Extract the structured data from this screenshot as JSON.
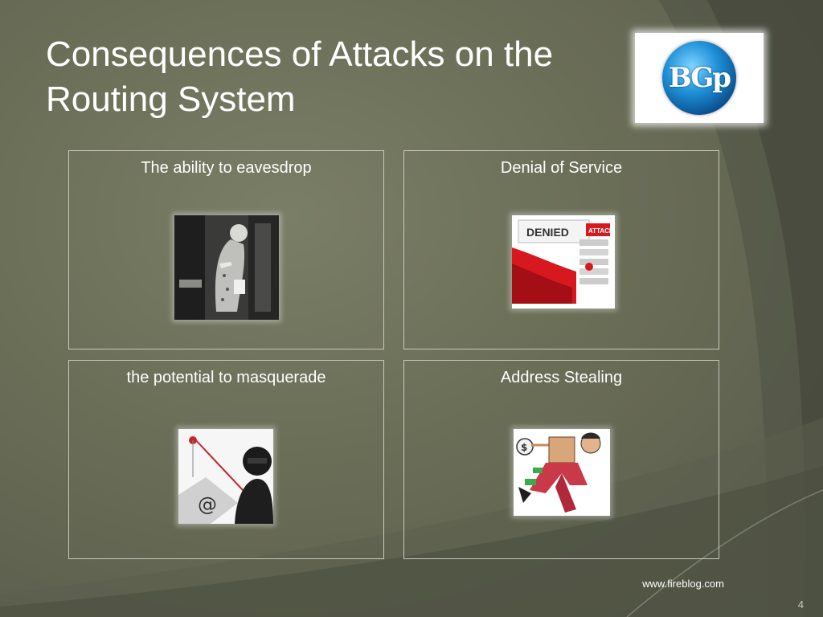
{
  "slide": {
    "title_line1": "Consequences of Attacks on the",
    "title_line2": "Routing System",
    "logo_text": "BGp",
    "source": "www.fireblog.com",
    "page_number": "4"
  },
  "cells": [
    {
      "label": "The ability to eavesdrop",
      "picture": "eavesdropping-woman-photo"
    },
    {
      "label": "Denial of Service",
      "picture": "denied-attack-illustration"
    },
    {
      "label": "the potential to masquerade",
      "picture": "phishing-hooded-thief-illustration"
    },
    {
      "label": "Address Stealing",
      "picture": "running-thief-with-money-bag-illustration"
    }
  ],
  "colors": {
    "background": "#6b6e58",
    "text": "#ffffff",
    "cell_border": "#c7c8bb",
    "logo_blue": "#1e90d6",
    "denied_red": "#d7191f"
  }
}
